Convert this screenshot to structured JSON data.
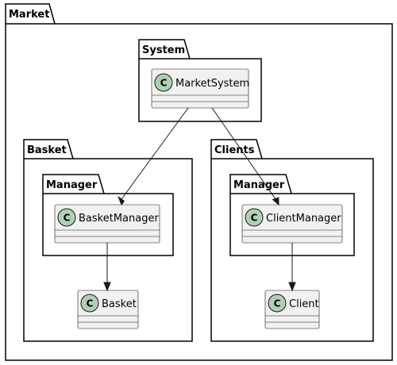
{
  "packages": {
    "market": {
      "label": "Market"
    },
    "system": {
      "label": "System"
    },
    "basket": {
      "label": "Basket"
    },
    "basket_manager": {
      "label": "Manager"
    },
    "clients": {
      "label": "Clients"
    },
    "clients_manager": {
      "label": "Manager"
    }
  },
  "classes": {
    "market_system": {
      "name": "MarketSystem",
      "stereotype": "C"
    },
    "basket_manager": {
      "name": "BasketManager",
      "stereotype": "C"
    },
    "basket": {
      "name": "Basket",
      "stereotype": "C"
    },
    "client_manager": {
      "name": "ClientManager",
      "stereotype": "C"
    },
    "client": {
      "name": "Client",
      "stereotype": "C"
    }
  },
  "relations": [
    {
      "from": "MarketSystem",
      "to": "BasketManager"
    },
    {
      "from": "MarketSystem",
      "to": "ClientManager"
    },
    {
      "from": "BasketManager",
      "to": "Basket"
    },
    {
      "from": "ClientManager",
      "to": "Client"
    }
  ],
  "colors": {
    "class_fill": "#f1f1f1",
    "stereotype_circle": "#add1b2",
    "line": "#181818"
  }
}
